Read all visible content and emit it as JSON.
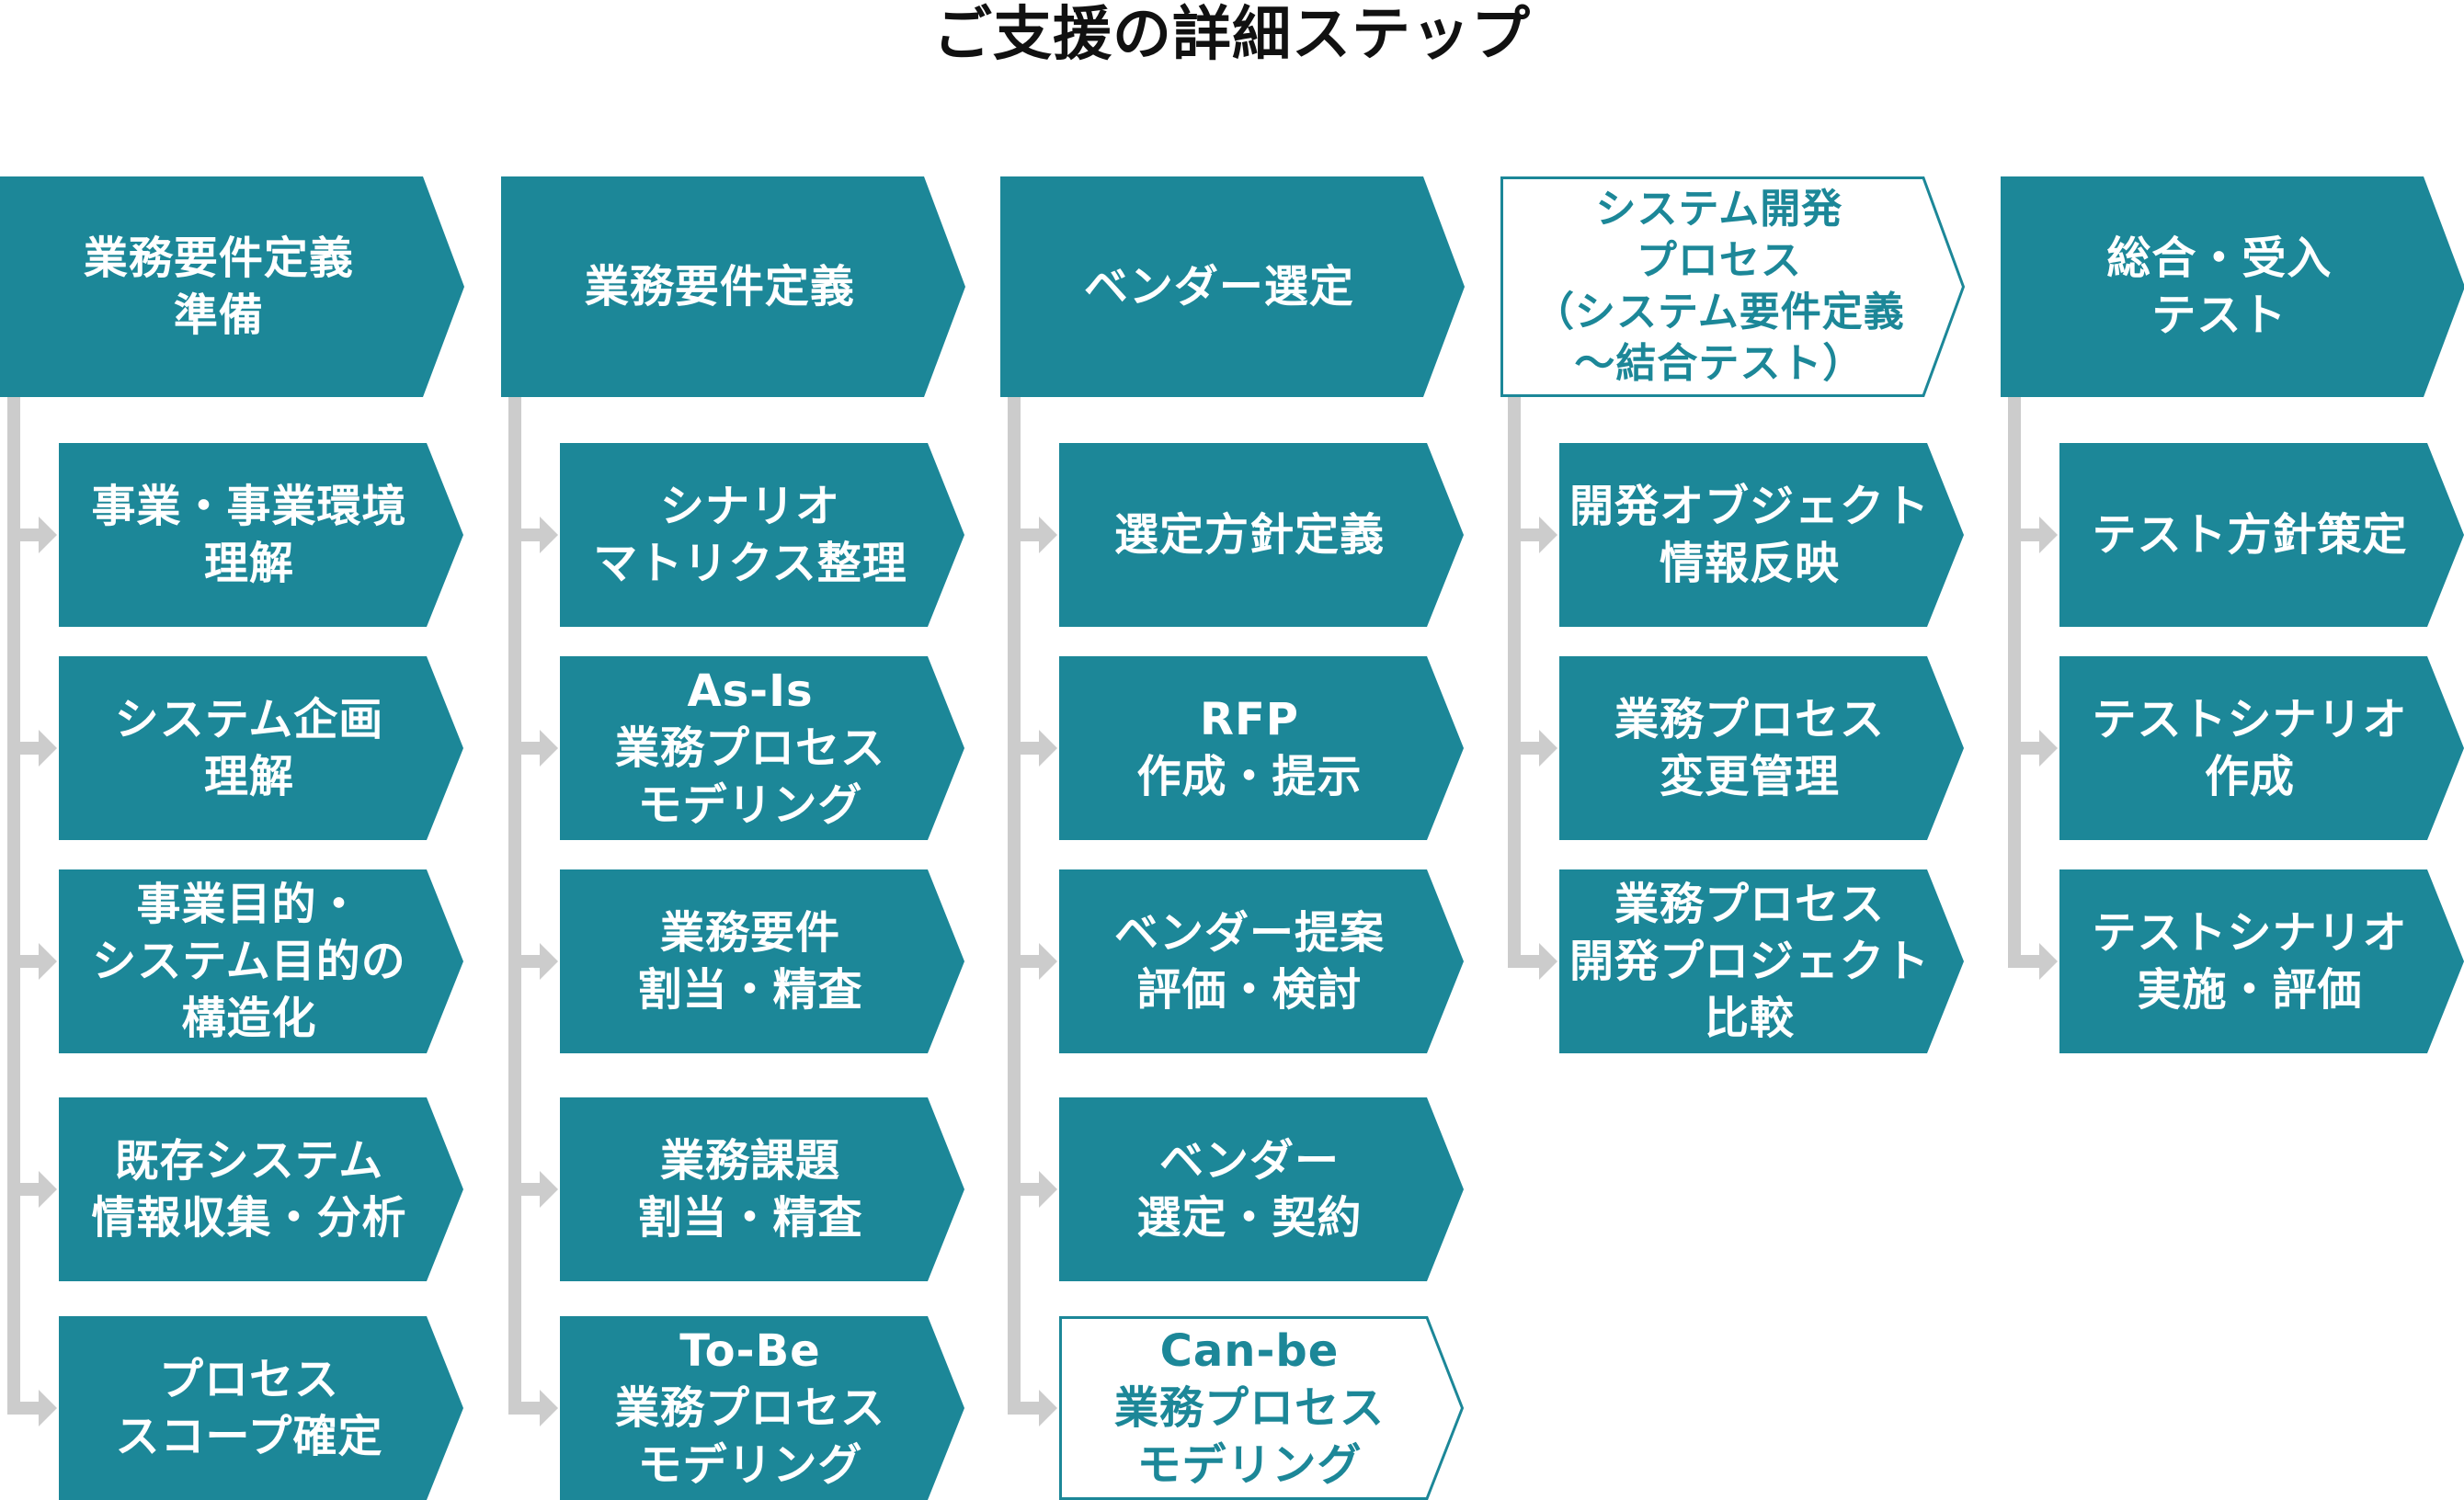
{
  "title": "ご支援の詳細ステップ",
  "colors": {
    "teal": "#1c8798",
    "connector": "#cccccc",
    "text_on_teal": "#ffffff"
  },
  "columns": [
    {
      "header": {
        "label": "業務要件定義\n準備",
        "style": "filled"
      },
      "steps": [
        {
          "label": "事業・事業環境\n理解",
          "style": "filled"
        },
        {
          "label": "システム企画\n理解",
          "style": "filled"
        },
        {
          "label": "事業目的・\nシステム目的の\n構造化",
          "style": "filled"
        },
        {
          "label": "既存システム\n情報収集・分析",
          "style": "filled"
        },
        {
          "label": "プロセス\nスコープ確定",
          "style": "filled"
        }
      ]
    },
    {
      "header": {
        "label": "業務要件定義",
        "style": "filled"
      },
      "steps": [
        {
          "label": "シナリオ\nマトリクス整理",
          "style": "filled"
        },
        {
          "label": "As-Is\n業務プロセス\nモデリング",
          "style": "filled"
        },
        {
          "label": "業務要件\n割当・精査",
          "style": "filled"
        },
        {
          "label": "業務課題\n割当・精査",
          "style": "filled"
        },
        {
          "label": "To-Be\n業務プロセス\nモデリング",
          "style": "filled"
        }
      ]
    },
    {
      "header": {
        "label": "ベンダー選定",
        "style": "filled"
      },
      "steps": [
        {
          "label": "選定方針定義",
          "style": "filled"
        },
        {
          "label": "RFP\n作成・提示",
          "style": "filled"
        },
        {
          "label": "ベンダー提案\n評価・検討",
          "style": "filled"
        },
        {
          "label": "ベンダー\n選定・契約",
          "style": "filled"
        },
        {
          "label": "Can-be\n業務プロセス\nモデリング",
          "style": "outline"
        }
      ]
    },
    {
      "header": {
        "label": "システム開発\nプロセス\n（システム要件定義\n〜結合テスト）",
        "style": "outline"
      },
      "steps": [
        {
          "label": "開発オブジェクト\n情報反映",
          "style": "filled"
        },
        {
          "label": "業務プロセス\n変更管理",
          "style": "filled"
        },
        {
          "label": "業務プロセス\n開発プロジェクト\n比較",
          "style": "filled"
        }
      ]
    },
    {
      "header": {
        "label": "総合・受入\nテスト",
        "style": "filled"
      },
      "steps": [
        {
          "label": "テスト方針策定",
          "style": "filled"
        },
        {
          "label": "テストシナリオ\n作成",
          "style": "filled"
        },
        {
          "label": "テストシナリオ\n実施・評価",
          "style": "filled"
        }
      ]
    }
  ]
}
